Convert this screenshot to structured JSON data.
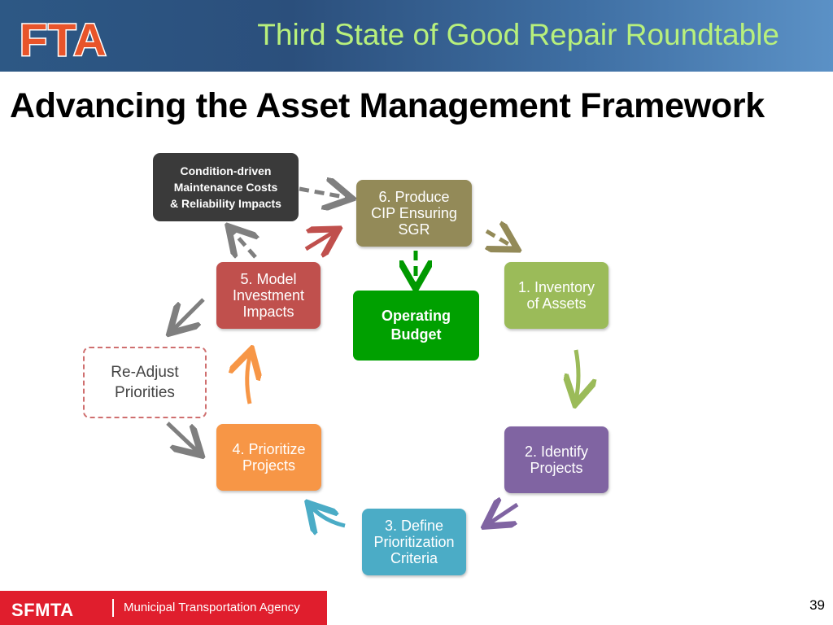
{
  "header": {
    "logo_text": "FTA",
    "title": "Third State of Good Repair Roundtable"
  },
  "slide": {
    "title": "Advancing the Asset Management Framework"
  },
  "diagram": {
    "boxes": {
      "condition": "Condition-driven\nMaintenance Costs\n& Reliability Impacts",
      "produce_cip": "6. Produce\nCIP Ensuring\nSGR",
      "inventory": "1. Inventory\nof Assets",
      "identify": "2. Identify\nProjects",
      "define": "3. Define\nPrioritization\nCriteria",
      "prioritize": "4. Prioritize\nProjects",
      "model": "5. Model\nInvestment\nImpacts",
      "readjust": "Re-Adjust\nPriorities",
      "operating": "Operating\nBudget"
    },
    "colors": {
      "produce_cip": "#938a58",
      "inventory": "#9bbb59",
      "identify": "#8064a2",
      "define": "#4bacc6",
      "prioritize": "#f79646",
      "model": "#c0504d",
      "condition": "#3a3a3a",
      "operating": "#00a000"
    }
  },
  "footer": {
    "logo_text": "SFMTA",
    "agency": "Municipal Transportation Agency",
    "page_number": "39"
  }
}
